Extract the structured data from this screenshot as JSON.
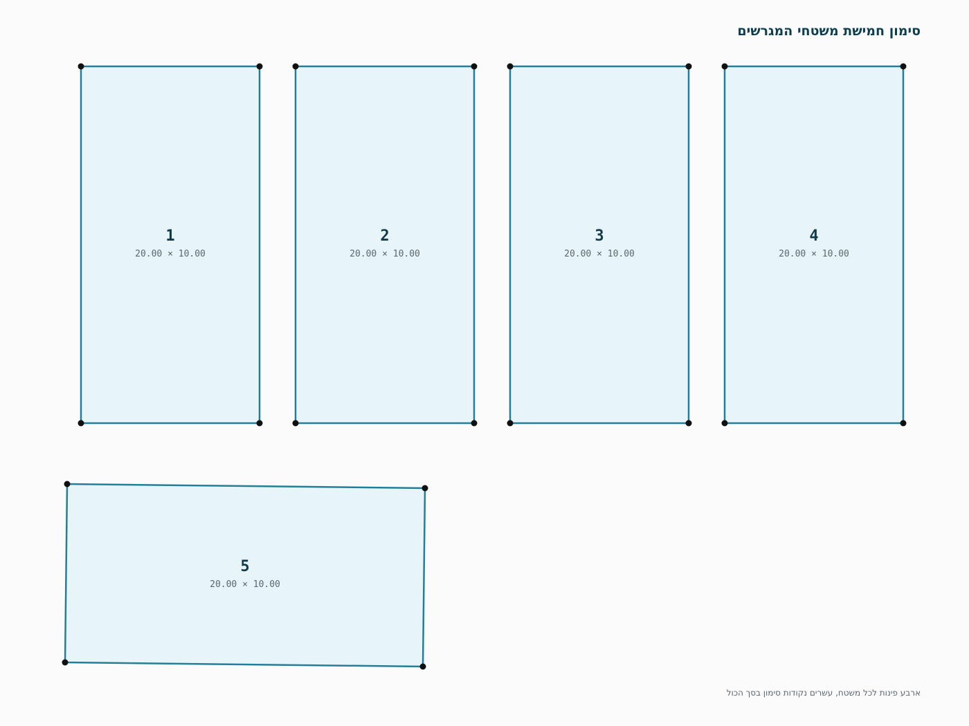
{
  "header": {
    "title": "סימון חמישת משטחי המגרשים"
  },
  "footer": {
    "note": "ארבע פינות לכל משטח, עשרים נקודות סימון בסך הכול"
  },
  "colors": {
    "plot_fill": "#e8f5f8",
    "plot_stroke": "#237f99",
    "corner_point": "#111111",
    "title_text": "#0e3d50",
    "note_text": "#5a6670"
  },
  "plots": [
    {
      "number": "1",
      "dims": "20.00 × 10.00"
    },
    {
      "number": "2",
      "dims": "20.00 × 10.00"
    },
    {
      "number": "3",
      "dims": "20.00 × 10.00"
    },
    {
      "number": "4",
      "dims": "20.00 × 10.00"
    },
    {
      "number": "5",
      "dims": "20.00 × 10.00"
    }
  ]
}
